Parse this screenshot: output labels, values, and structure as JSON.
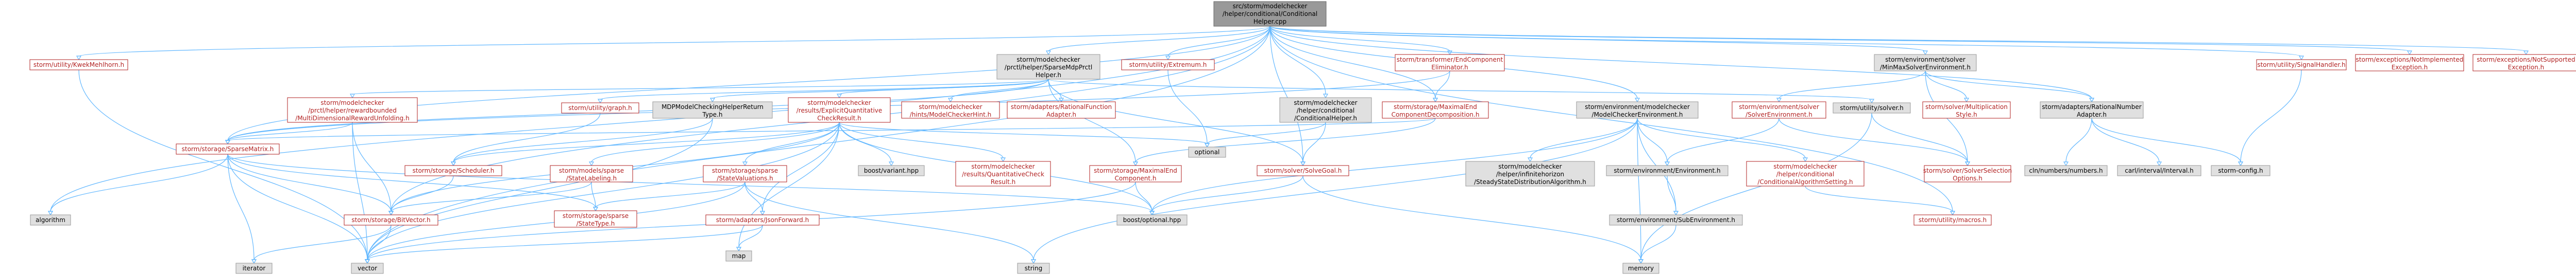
{
  "graph": {
    "title": "",
    "colors": {
      "root_fill": "#999999",
      "root_border": "#666666",
      "linked_fill": "#ffffff",
      "linked_border": "#b22222",
      "linked_text": "#b22222",
      "plain_fill": "#e0e0e0",
      "plain_border": "#999999",
      "plain_text": "#000000",
      "edge": "#63b8ff"
    },
    "nodes": [
      {
        "id": "root",
        "style": "root",
        "lines": [
          "src/storm/modelchecker",
          "/helper/conditional/Conditional",
          "Helper.cpp"
        ]
      },
      {
        "id": "walker",
        "style": "linked",
        "lines": [
          "storm/utility/KwekMehlhorn.h"
        ]
      },
      {
        "id": "algorithm",
        "style": "plain",
        "lines": [
          "algorithm"
        ]
      },
      {
        "id": "vector",
        "style": "plain",
        "lines": [
          "vector"
        ]
      },
      {
        "id": "sparsematrix",
        "style": "linked",
        "lines": [
          "storm/storage/SparseMatrix.h"
        ]
      },
      {
        "id": "iterator",
        "style": "plain",
        "lines": [
          "iterator"
        ]
      },
      {
        "id": "bitvector",
        "style": "linked",
        "lines": [
          "storm/storage/BitVector.h"
        ]
      },
      {
        "id": "reward",
        "style": "linked",
        "lines": [
          "storm/modelchecker",
          "/prctl/helper/rewardbounded",
          "/MultiDimensionalRewardUnfolding.h"
        ]
      },
      {
        "id": "graphh",
        "style": "linked",
        "lines": [
          "storm/utility/graph.h"
        ]
      },
      {
        "id": "mdpprctl",
        "style": "plain",
        "lines": [
          "storm/modelchecker",
          "/prctl/helper/SparseMdpPrctl",
          "Helper.h"
        ]
      },
      {
        "id": "mdpcheck",
        "style": "plain",
        "lines": [
          "MDPModelCheckingHelperReturn",
          "Type.h"
        ]
      },
      {
        "id": "scheduler",
        "style": "linked",
        "lines": [
          "storm/storage/Scheduler.h"
        ]
      },
      {
        "id": "explicitres",
        "style": "linked",
        "lines": [
          "storm/modelchecker",
          "/results/ExplicitQuantitative",
          "CheckResult.h"
        ]
      },
      {
        "id": "statelabel",
        "style": "linked",
        "lines": [
          "storm/models/sparse",
          "/StateLabeling.h"
        ]
      },
      {
        "id": "statetype",
        "style": "linked",
        "lines": [
          "storm/storage/sparse",
          "/StateType.h"
        ]
      },
      {
        "id": "statevals",
        "style": "linked",
        "lines": [
          "storm/storage/sparse",
          "/StateValuations.h"
        ]
      },
      {
        "id": "jsonfwd",
        "style": "linked",
        "lines": [
          "storm/adapters/JsonForward.h"
        ]
      },
      {
        "id": "map",
        "style": "plain",
        "lines": [
          "map"
        ]
      },
      {
        "id": "string",
        "style": "plain",
        "lines": [
          "string"
        ]
      },
      {
        "id": "variant",
        "style": "plain",
        "lines": [
          "boost/variant.hpp"
        ]
      },
      {
        "id": "quantres",
        "style": "linked",
        "lines": [
          "storm/modelchecker",
          "/results/QuantitativeCheck",
          "Result.h"
        ]
      },
      {
        "id": "checkhint",
        "style": "linked",
        "lines": [
          "storm/modelchecker",
          "/hints/ModelCheckerHint.h"
        ]
      },
      {
        "id": "ratfunc",
        "style": "linked",
        "lines": [
          "storm/adapters/RationalFunction",
          "Adapter.h"
        ]
      },
      {
        "id": "maxend",
        "style": "linked",
        "lines": [
          "storm/storage/MaximalEnd",
          "Component.h"
        ]
      },
      {
        "id": "optional",
        "style": "plain",
        "lines": [
          "optional"
        ]
      },
      {
        "id": "extremum",
        "style": "linked",
        "lines": [
          "storm/utility/Extremum.h"
        ]
      },
      {
        "id": "solvergoal",
        "style": "linked",
        "lines": [
          "storm/solver/SolveGoal.h"
        ]
      },
      {
        "id": "boostopt",
        "style": "plain",
        "lines": [
          "boost/optional.hpp"
        ]
      },
      {
        "id": "endelim",
        "style": "linked",
        "lines": [
          "storm/transformer/EndComponent",
          "Eliminator.h"
        ]
      },
      {
        "id": "condhelper",
        "style": "plain",
        "lines": [
          "storm/modelchecker",
          "/helper/conditional",
          "/ConditionalHelper.h"
        ]
      },
      {
        "id": "maxecdecomp",
        "style": "linked",
        "lines": [
          "storm/storage/MaximalEnd",
          "ComponentDecomposition.h"
        ]
      },
      {
        "id": "mcenv",
        "style": "plain",
        "lines": [
          "storm/environment/modelchecker",
          "/ModelCheckerEnvironment.h"
        ]
      },
      {
        "id": "infhorizon",
        "style": "plain",
        "lines": [
          "storm/modelchecker",
          "/helper/infinitehorizon",
          "/SteadyStateDistributionAlgorithm.h"
        ]
      },
      {
        "id": "memory",
        "style": "plain",
        "lines": [
          "memory"
        ]
      },
      {
        "id": "envh",
        "style": "plain",
        "lines": [
          "storm/environment/Environment.h"
        ]
      },
      {
        "id": "condalgo",
        "style": "linked",
        "lines": [
          "storm/modelchecker",
          "/helper/conditional",
          "/ConditionalAlgorithmSetting.h"
        ]
      },
      {
        "id": "subenv",
        "style": "plain",
        "lines": [
          "storm/environment/SubEnvironment.h"
        ]
      },
      {
        "id": "minmaxenv",
        "style": "plain",
        "lines": [
          "storm/environment/solver",
          "/MinMaxSolverEnvironment.h"
        ]
      },
      {
        "id": "solverenv",
        "style": "linked",
        "lines": [
          "storm/environment/solver",
          "/SolverEnvironment.h"
        ]
      },
      {
        "id": "solverh",
        "style": "plain",
        "lines": [
          "storm/utility/solver.h"
        ]
      },
      {
        "id": "multstyle",
        "style": "linked",
        "lines": [
          "storm/solver/Multiplication",
          "Style.h"
        ]
      },
      {
        "id": "solversel",
        "style": "linked",
        "lines": [
          "storm/solver/SolverSelection",
          "Options.h"
        ]
      },
      {
        "id": "macros",
        "style": "linked",
        "lines": [
          "storm/utility/macros.h"
        ]
      },
      {
        "id": "ratnum",
        "style": "plain",
        "lines": [
          "storm/adapters/RationalNumber",
          "Adapter.h"
        ]
      },
      {
        "id": "cln",
        "style": "plain",
        "lines": [
          "cln/numbers/numbers.h"
        ]
      },
      {
        "id": "carlint",
        "style": "plain",
        "lines": [
          "carl/interval/Interval.h"
        ]
      },
      {
        "id": "stormcfg",
        "style": "plain",
        "lines": [
          "storm-config.h"
        ]
      },
      {
        "id": "signalh",
        "style": "linked",
        "lines": [
          "storm/utility/SignalHandler.h"
        ]
      },
      {
        "id": "notimpl",
        "style": "linked",
        "lines": [
          "storm/exceptions/NotImplemented",
          "Exception.h"
        ]
      },
      {
        "id": "notsupp",
        "style": "linked",
        "lines": [
          "storm/exceptions/NotSupported",
          "Exception.h"
        ]
      }
    ],
    "edges": [
      [
        "root",
        "walker"
      ],
      [
        "root",
        "sparsematrix"
      ],
      [
        "root",
        "mdpprctl"
      ],
      [
        "root",
        "extremum"
      ],
      [
        "root",
        "endelim"
      ],
      [
        "root",
        "condhelper"
      ],
      [
        "root",
        "maxecdecomp"
      ],
      [
        "root",
        "mcenv"
      ],
      [
        "root",
        "minmaxenv"
      ],
      [
        "root",
        "solvergoal"
      ],
      [
        "root",
        "ratnum"
      ],
      [
        "root",
        "signalh"
      ],
      [
        "root",
        "notimpl"
      ],
      [
        "root",
        "notsupp"
      ],
      [
        "root",
        "macros"
      ],
      [
        "root",
        "bitvector"
      ],
      [
        "root",
        "vector"
      ],
      [
        "root",
        "algorithm"
      ],
      [
        "walker",
        "vector"
      ],
      [
        "sparsematrix",
        "algorithm"
      ],
      [
        "sparsematrix",
        "iterator"
      ],
      [
        "sparsematrix",
        "vector"
      ],
      [
        "sparsematrix",
        "bitvector"
      ],
      [
        "sparsematrix",
        "statetype"
      ],
      [
        "sparsematrix",
        "boostopt"
      ],
      [
        "bitvector",
        "iterator"
      ],
      [
        "bitvector",
        "vector"
      ],
      [
        "mdpprctl",
        "reward"
      ],
      [
        "mdpprctl",
        "graphh"
      ],
      [
        "mdpprctl",
        "mdpcheck"
      ],
      [
        "mdpprctl",
        "explicitres"
      ],
      [
        "mdpprctl",
        "checkhint"
      ],
      [
        "mdpprctl",
        "ratfunc"
      ],
      [
        "mdpprctl",
        "maxend"
      ],
      [
        "mdpprctl",
        "solvergoal"
      ],
      [
        "mdpprctl",
        "solverh"
      ],
      [
        "mdpprctl",
        "sparsematrix"
      ],
      [
        "reward",
        "sparsematrix"
      ],
      [
        "reward",
        "bitvector"
      ],
      [
        "reward",
        "vector"
      ],
      [
        "graphh",
        "scheduler"
      ],
      [
        "mdpcheck",
        "scheduler"
      ],
      [
        "mdpcheck",
        "vector"
      ],
      [
        "scheduler",
        "bitvector"
      ],
      [
        "explicitres",
        "statelabel"
      ],
      [
        "explicitres",
        "statevals"
      ],
      [
        "explicitres",
        "jsonfwd"
      ],
      [
        "explicitres",
        "variant"
      ],
      [
        "explicitres",
        "quantres"
      ],
      [
        "explicitres",
        "map"
      ],
      [
        "explicitres",
        "vector"
      ],
      [
        "explicitres",
        "optional"
      ],
      [
        "explicitres",
        "scheduler"
      ],
      [
        "explicitres",
        "bitvector"
      ],
      [
        "explicitres",
        "boostopt"
      ],
      [
        "statelabel",
        "bitvector"
      ],
      [
        "statelabel",
        "statetype"
      ],
      [
        "statevals",
        "statetype"
      ],
      [
        "statevals",
        "jsonfwd"
      ],
      [
        "statevals",
        "string"
      ],
      [
        "statevals",
        "vector"
      ],
      [
        "jsonfwd",
        "map"
      ],
      [
        "jsonfwd",
        "vector"
      ],
      [
        "maxend",
        "boostopt"
      ],
      [
        "maxend",
        "vector"
      ],
      [
        "extremum",
        "optional"
      ],
      [
        "solvergoal",
        "boostopt"
      ],
      [
        "solvergoal",
        "memory"
      ],
      [
        "endelim",
        "maxecdecomp"
      ],
      [
        "endelim",
        "sparsematrix"
      ],
      [
        "condhelper",
        "solvergoal"
      ],
      [
        "condhelper",
        "optional"
      ],
      [
        "maxecdecomp",
        "maxend"
      ],
      [
        "maxecdecomp",
        "sparsematrix"
      ],
      [
        "mcenv",
        "infhorizon"
      ],
      [
        "mcenv",
        "memory"
      ],
      [
        "mcenv",
        "envh"
      ],
      [
        "mcenv",
        "condalgo"
      ],
      [
        "mcenv",
        "subenv"
      ],
      [
        "mcenv",
        "string"
      ],
      [
        "mcenv",
        "boostopt"
      ],
      [
        "envh",
        "subenv"
      ],
      [
        "subenv",
        "memory"
      ],
      [
        "condalgo",
        "macros"
      ],
      [
        "minmaxenv",
        "solverenv"
      ],
      [
        "minmaxenv",
        "solversel"
      ],
      [
        "minmaxenv",
        "ratnum"
      ],
      [
        "minmaxenv",
        "multstyle"
      ],
      [
        "solverenv",
        "envh"
      ],
      [
        "solverenv",
        "solversel"
      ],
      [
        "solverh",
        "solversel"
      ],
      [
        "solverh",
        "memory"
      ],
      [
        "ratnum",
        "cln"
      ],
      [
        "ratnum",
        "carlint"
      ],
      [
        "ratnum",
        "stormcfg"
      ],
      [
        "signalh",
        "stormcfg"
      ]
    ]
  }
}
